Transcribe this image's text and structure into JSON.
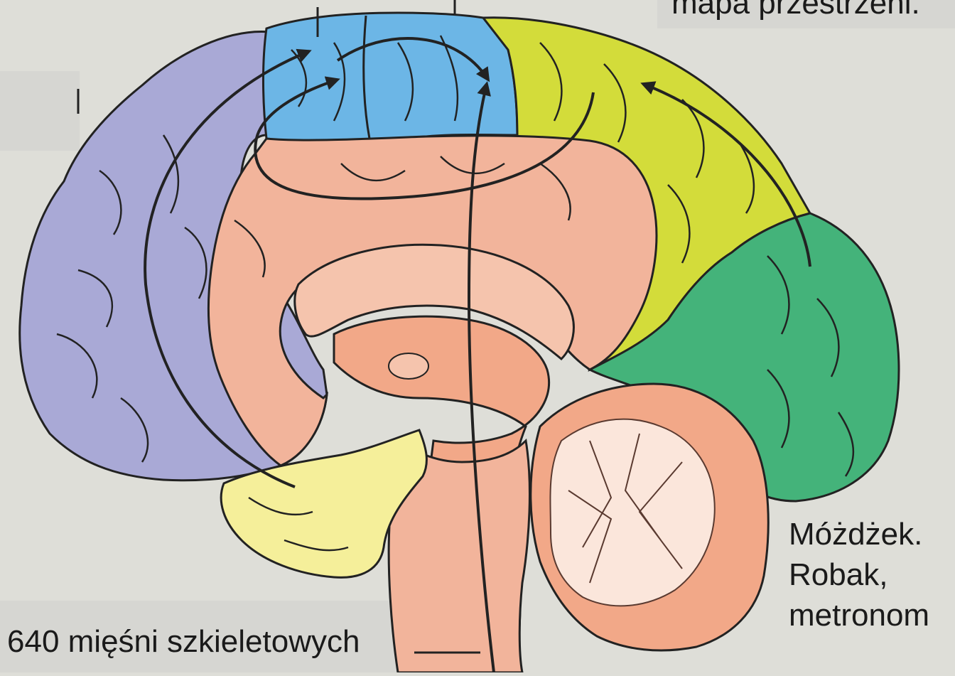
{
  "labels": {
    "top_right_caption": "mapa przestrzeni.",
    "cerebellum_line1": "Móżdżek.",
    "cerebellum_line2": "Robak,",
    "cerebellum_line3": "metronom",
    "bottom_left_caption": "640 mięśni szkieletowych"
  },
  "colors": {
    "background": "#deded8",
    "frontal_purple": "#a9a9d6",
    "motor_blue": "#6cb6e6",
    "parietal_yellow_green": "#d3dc3a",
    "occipital_green": "#44b37a",
    "limbic_peach": "#f2b49b",
    "cerebellum": "#f2a888",
    "olfactory_yellow": "#f5ef9a",
    "arrow": "#222222"
  }
}
